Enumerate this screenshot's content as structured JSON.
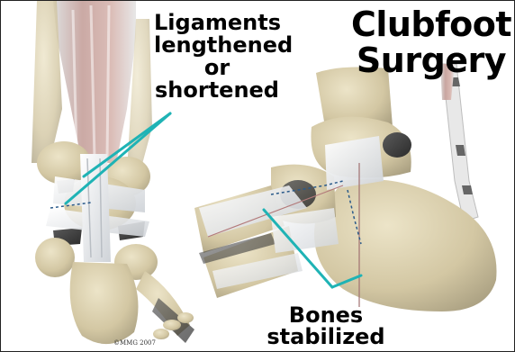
{
  "labels": {
    "ligaments": [
      "Ligaments",
      "lengthened",
      "or",
      "shortened"
    ],
    "title": [
      "Clubfoot",
      "Surgery"
    ],
    "bones": "Bones stabilized",
    "copyright": "©MMG 2007"
  },
  "colors": {
    "pointer": "#1fb3b5",
    "bone": "#d9cfae",
    "ligament": "#eef0f2",
    "tendon": "#c9a9a4"
  }
}
